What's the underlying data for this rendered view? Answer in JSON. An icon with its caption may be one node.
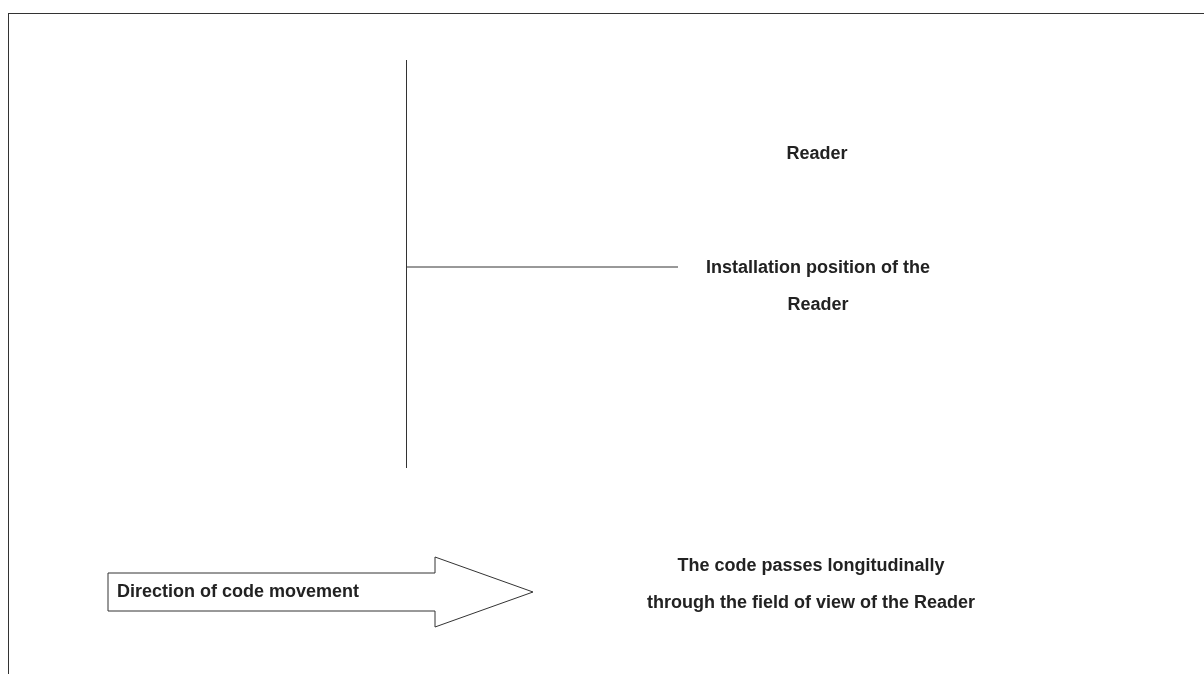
{
  "diagram": {
    "nodes": [
      {
        "text": [],
        "shape": "bar"
      },
      {
        "text": [
          "Installation position of the Reader"
        ]
      }
    ],
    "edges": [
      {
        "from": 1,
        "to": 0,
        "arrow": "none"
      }
    ],
    "labels": [
      "Reader",
      "Direction of code movement",
      "The code passes longitudinally through the field of view of the Reader"
    ]
  }
}
